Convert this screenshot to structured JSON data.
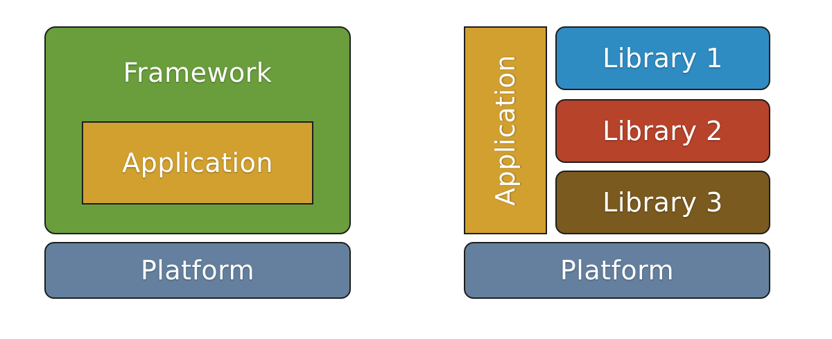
{
  "left_diagram": {
    "framework": {
      "label": "Framework",
      "color": "#6a9e3c"
    },
    "application": {
      "label": "Application",
      "color": "#d1a02f"
    },
    "platform": {
      "label": "Platform",
      "color": "#64809e"
    }
  },
  "right_diagram": {
    "application": {
      "label": "Application",
      "color": "#d1a02f"
    },
    "libraries": [
      {
        "label": "Library 1",
        "color": "#2f8cc2"
      },
      {
        "label": "Library 2",
        "color": "#b6432a"
      },
      {
        "label": "Library 3",
        "color": "#7a5a1e"
      }
    ],
    "platform": {
      "label": "Platform",
      "color": "#64809e"
    }
  }
}
